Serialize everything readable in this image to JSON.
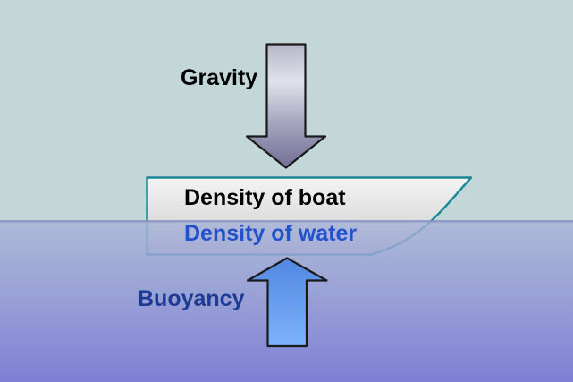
{
  "diagram": {
    "labels": {
      "gravity": "Gravity",
      "density_of_boat": "Density of boat",
      "density_of_water": "Density of water",
      "buoyancy": "Buoyancy"
    },
    "icons": {
      "gravity_arrow": "down-arrow-icon",
      "buoyancy_arrow": "up-arrow-icon"
    },
    "colors": {
      "sky": "#c3d7d8",
      "water_top": "#a7b2d6",
      "water_bottom": "#7a7cd4",
      "waterline": "#8a93c2",
      "boat_outline": "#1b8a96",
      "boat_fill_top": "#f4f4f4",
      "boat_fill_bottom": "#cbcbcb",
      "gravity_arrow_top": "#b6b6c8",
      "gravity_arrow_light": "#e2e2ea",
      "gravity_arrow_mid": "#9e9dba",
      "gravity_arrow_tip": "#727094",
      "buoyancy_arrow_top": "#5287e0",
      "buoyancy_arrow_bottom": "#7fb2fb",
      "arrow_outline": "#1a1a1a",
      "gravity_text": "#000000",
      "density_of_boat_text": "#000000",
      "density_of_water_text": "#2352cc",
      "buoyancy_text": "#1d3a94"
    }
  }
}
